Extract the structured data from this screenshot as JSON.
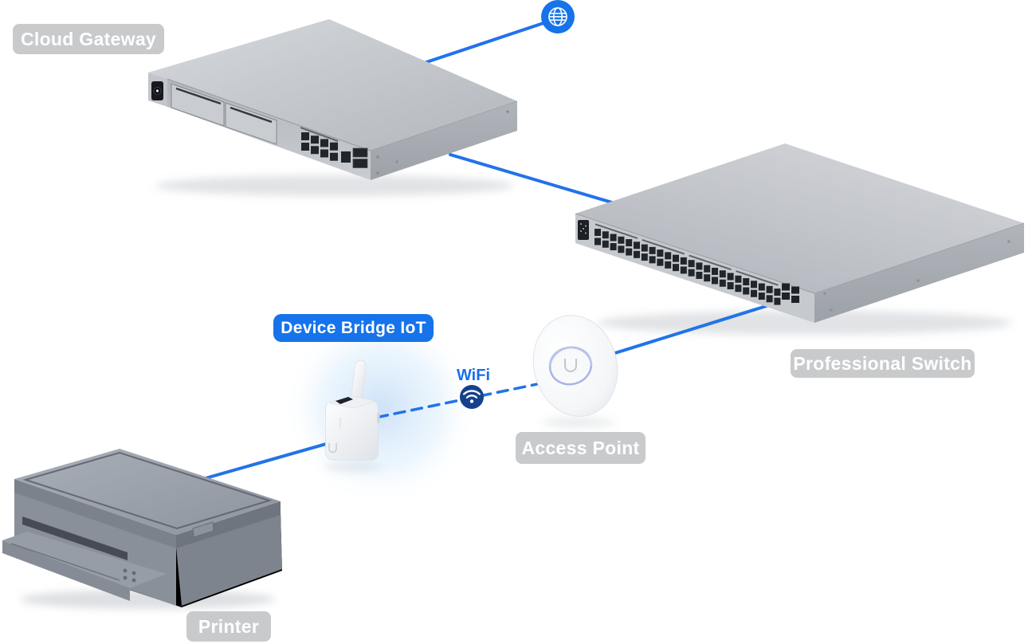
{
  "nodes": {
    "internet": {
      "icon": "globe-icon"
    },
    "cloud_gateway": {
      "label": "Cloud Gateway",
      "badge_style": "gray"
    },
    "professional_switch": {
      "label": "Professional Switch",
      "badge_style": "gray"
    },
    "device_bridge_iot": {
      "label": "Device Bridge IoT",
      "badge_style": "blue"
    },
    "access_point": {
      "label": "Access Point",
      "badge_style": "gray"
    },
    "printer": {
      "label": "Printer",
      "badge_style": "gray"
    }
  },
  "connections": {
    "internet_to_gateway": {
      "type": "wired"
    },
    "gateway_to_switch": {
      "type": "wired"
    },
    "switch_to_access_point": {
      "type": "wired"
    },
    "access_point_to_bridge": {
      "type": "wireless",
      "label": "WiFi",
      "icon": "wifi-icon"
    },
    "bridge_to_printer": {
      "type": "wired"
    }
  },
  "colors": {
    "accent_blue": "#1673e9",
    "line_blue": "#2273e8",
    "wifi_icon_navy": "#15418d",
    "wifi_text_blue": "#1a6fe8",
    "badge_gray": "#c9cacc",
    "badge_text": "#ffffff"
  }
}
